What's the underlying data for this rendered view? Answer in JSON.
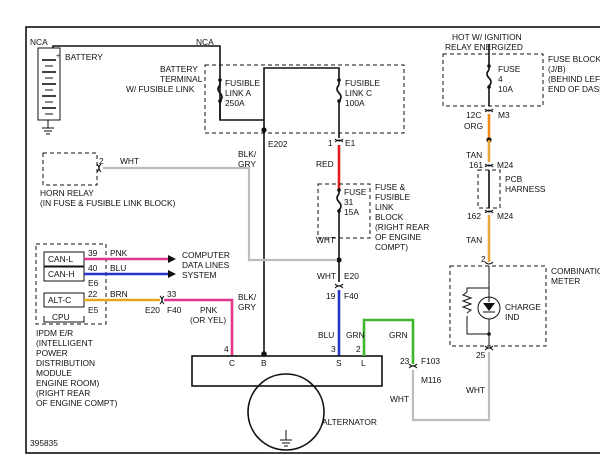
{
  "labels": {
    "nca_left": "NCA",
    "nca_right": "NCA",
    "battery": "BATTERY",
    "battery_plus": "+",
    "bt_line1": "BATTERY",
    "bt_line2": "TERMINAL",
    "bt_line3": "W/ FUSIBLE LINK",
    "fla_1": "FUSIBLE",
    "fla_2": "LINK A",
    "fla_3": "250A",
    "flc_1": "FUSIBLE",
    "flc_2": "LINK C",
    "flc_3": "100A",
    "e202": "E202",
    "blkgry_1a": "BLK/",
    "blkgry_1b": "GRY",
    "blkgry_2a": "BLK/",
    "blkgry_2b": "GRY",
    "e1_num": "1",
    "e1": "E1",
    "red": "RED",
    "fuse31_1": "FUSE",
    "fuse31_2": "31",
    "fuse31_3": "15A",
    "ffb_1": "FUSE &",
    "ffb_2": "FUSIBLE",
    "ffb_3": "LINK",
    "ffb_4": "BLOCK",
    "ffb_5": "(RIGHT REAR",
    "ffb_6": "OF ENGINE",
    "ffb_7": "COMPT)",
    "wht_fuse": "WHT",
    "wht_e20": "WHT",
    "e20": "E20",
    "f40_19": "19",
    "f40": "F40",
    "horn_pin": "2",
    "horn_wht": "WHT",
    "horn_1": "HORN RELAY",
    "horn_2": "(IN FUSE & FUSIBLE LINK BLOCK)",
    "canl": "CAN-L",
    "canh": "CAN-H",
    "altc": "ALT-C",
    "cpu": "CPU",
    "pin39": "39",
    "pnk1": "PNK",
    "pin40": "40",
    "blu1": "BLU",
    "e6": "E6",
    "pin22": "22",
    "brn": "BRN",
    "e5": "E5",
    "e20b": "E20",
    "pin33": "33",
    "f40b": "F40",
    "pnk2": "PNK",
    "oryel": "(OR YEL)",
    "cdl_1": "COMPUTER",
    "cdl_2": "DATA LINES",
    "cdl_3": "SYSTEM",
    "ipdm_1": "IPDM E/R",
    "ipdm_2": "(INTELLIGENT",
    "ipdm_3": "POWER",
    "ipdm_4": "DISTRIBUTION",
    "ipdm_5": "MODULE",
    "ipdm_6": "ENGINE ROOM)",
    "ipdm_7": "(RIGHT REAR",
    "ipdm_8": "OF ENGINE COMPT)",
    "alt_c_pin": "4",
    "alt_c": "C",
    "alt_b": "B",
    "alt_s_pin": "3",
    "alt_s": "S",
    "alt_l_pin": "2",
    "alt_l": "L",
    "blu_s": "BLU",
    "grn_l": "GRN",
    "grn_top": "GRN",
    "alternator": "ALTERNATOR",
    "f103_23": "23",
    "f103": "F103",
    "m116": "M116",
    "wht_bottom": "WHT",
    "wht_right": "WHT",
    "hot_1": "HOT W/ IGNITION",
    "hot_2": "RELAY ENERGIZED",
    "fuse4_1": "FUSE",
    "fuse4_2": "4",
    "fuse4_3": "10A",
    "fb_1": "FUSE BLOCK",
    "fb_2": "(J/B)",
    "fb_3": "(BEHIND LEFT",
    "fb_4": "END OF DASH)",
    "m3_12c": "12C",
    "m3": "M3",
    "org": "ORG",
    "tan1": "TAN",
    "m24_161": "161",
    "m24a": "M24",
    "pcb_1": "PCB",
    "pcb_2": "HARNESS",
    "m24_162": "162",
    "m24b": "M24",
    "tan2": "TAN",
    "meter_pin2": "2",
    "meter_1": "COMBINATION",
    "meter_2": "METER",
    "charge_1": "CHARGE",
    "charge_2": "IND",
    "meter_pin25": "25",
    "fig_id": "395835"
  },
  "wire_colors": {
    "red": "#e31c1c",
    "pink": "#e0378e",
    "blue": "#2633c9",
    "brown_yellow": "#e0a71f",
    "green": "#3fb62b",
    "orange": "#f08a1c",
    "tan": "#e8a83a",
    "white_gray": "#bdbdbd"
  }
}
